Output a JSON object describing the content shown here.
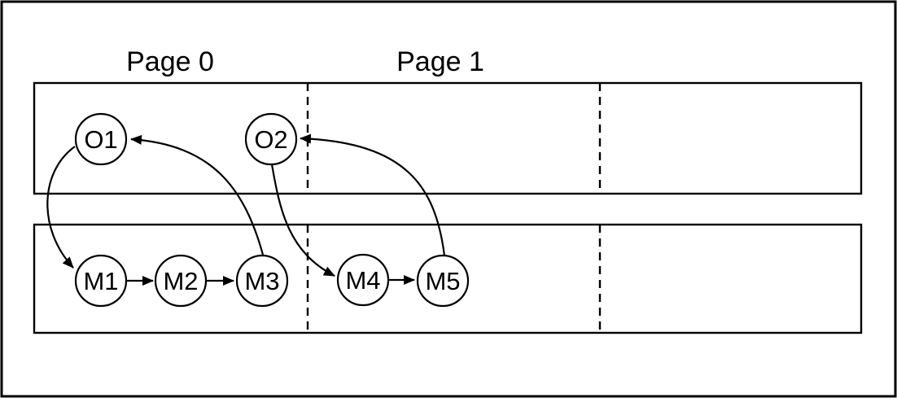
{
  "diagram": {
    "pages": [
      {
        "label": "Page 0"
      },
      {
        "label": "Page 1"
      }
    ],
    "nodes": {
      "O1": {
        "label": "O1",
        "band": "objects",
        "page": "Page 0"
      },
      "O2": {
        "label": "O2",
        "band": "objects",
        "page": "Page 0"
      },
      "M1": {
        "label": "M1",
        "band": "modifications",
        "page": "Page 0"
      },
      "M2": {
        "label": "M2",
        "band": "modifications",
        "page": "Page 0"
      },
      "M3": {
        "label": "M3",
        "band": "modifications",
        "page": "Page 0"
      },
      "M4": {
        "label": "M4",
        "band": "modifications",
        "page": "Page 1"
      },
      "M5": {
        "label": "M5",
        "band": "modifications",
        "page": "Page 1"
      }
    },
    "edges": [
      {
        "from": "O1",
        "to": "M1",
        "style": "curved"
      },
      {
        "from": "M1",
        "to": "M2",
        "style": "straight"
      },
      {
        "from": "M2",
        "to": "M3",
        "style": "straight"
      },
      {
        "from": "M3",
        "to": "O1",
        "style": "curved"
      },
      {
        "from": "O2",
        "to": "M4",
        "style": "curved"
      },
      {
        "from": "M4",
        "to": "M5",
        "style": "straight"
      },
      {
        "from": "M5",
        "to": "O2",
        "style": "curved"
      }
    ],
    "colors": {
      "stroke": "#000000",
      "node_fill": "#ffffff",
      "background": "#ffffff"
    }
  }
}
